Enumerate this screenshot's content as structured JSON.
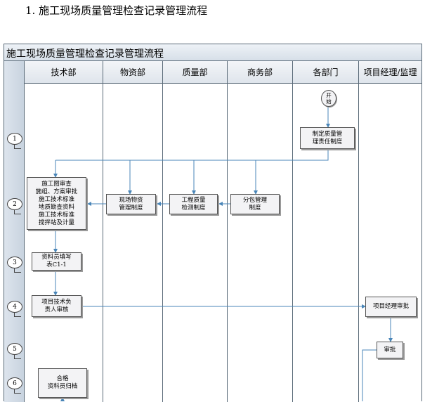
{
  "heading": "1. 施工现场质量管理检查记录管理流程",
  "diagram": {
    "title": "施工现场质量管理检查记录管理流程",
    "lanes": [
      "技术部",
      "物资部",
      "质量部",
      "商务部",
      "各部门",
      "项目经理/监理"
    ],
    "steps": [
      "1",
      "2",
      "3",
      "4",
      "5",
      "6"
    ],
    "nodes": {
      "start": "开\n始",
      "quality_responsibility": "制定质量管\n理责任制度",
      "tech_review": "施工图审查\n施组、方案审批\n施工技术标准\n地质勘查资料\n施工技术标准\n搅拌站及计量",
      "material_system": "现场物资\n管理制度",
      "quality_testing": "工程质量\n检测制度",
      "subcontract": "分包管理\n制度",
      "record_form": "资料员填写\n表C1-1",
      "tech_lead_review": "项目技术负\n责人审核",
      "pm_approval": "项目经理审批",
      "approval": "审批",
      "archive": "合格\n资料员归档"
    }
  },
  "colors": {
    "connector": "#4a86b8",
    "frame": "#5a6a78",
    "box_fill": "#f3f3f5"
  }
}
